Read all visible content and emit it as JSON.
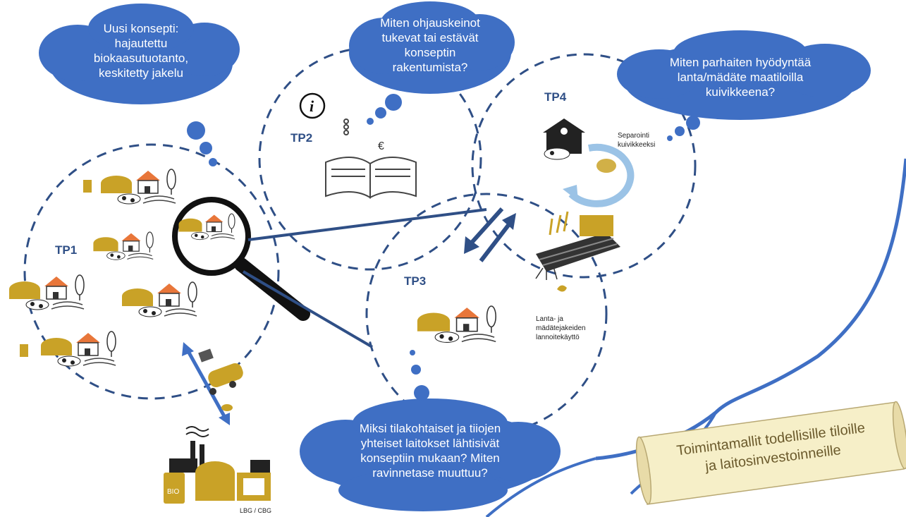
{
  "clouds": {
    "concept": "Uusi konsepti:\nhajautettu\nbiokaasutuotanto,\nkeskitetty jakelu",
    "policy": "Miten ohjauskeinot\ntukevat tai estävät\nkonseptin\nrakentumista?",
    "bedding": "Miten parhaiten hyödyntää\nlanta/mädäte maatiloilla\nkuivikkeena?",
    "farms": "Miksi tilakohtaiset ja tiiojen\nyhteiset laitokset lähtisivät\nkonseptiin mukaan? Miten\nravinnetase muuttuu?"
  },
  "work_packages": {
    "tp1": "TP1",
    "tp2": "TP2",
    "tp3": "TP3",
    "tp4": "TP4"
  },
  "labels": {
    "separation": "Separointi\nkuivikkeeksi",
    "fertilizer": "Lanta- ja\nmädätejakeiden\nlannoitekäyttö",
    "gas": "LBG / CBG",
    "info": "i"
  },
  "scroll": {
    "text": "Toimintamallit todellisille tiloille\nja laitosinvestoinneille"
  },
  "colors": {
    "cloud": "#3f6fc4",
    "dash": "#2f4f86",
    "gold": "#c9a227",
    "roof": "#e8763a",
    "scroll": "#f6efc8"
  },
  "icons": [
    "magnifier-icon",
    "book-icon",
    "info-icon",
    "barn-icon",
    "farm-icon",
    "biogas-plant-icon",
    "tanker-truck-icon",
    "field-icon",
    "recycle-arrow-icon"
  ]
}
